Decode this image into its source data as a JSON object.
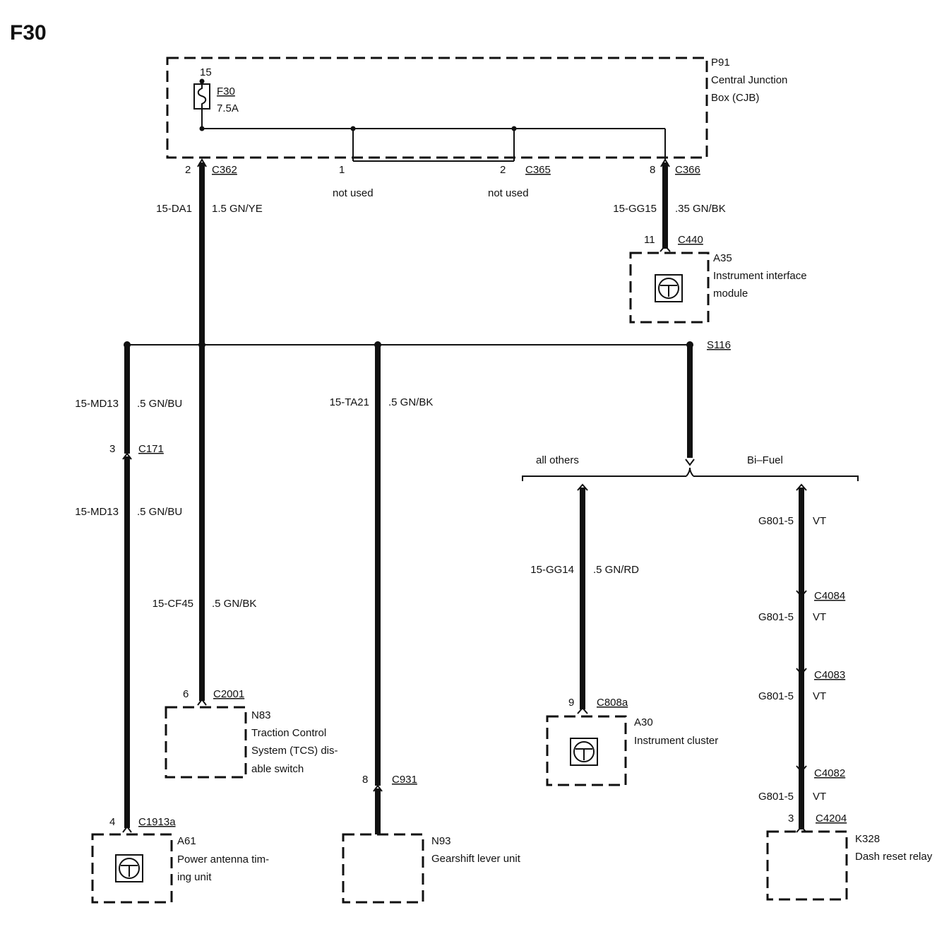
{
  "title": "F30",
  "cjb": {
    "id": "P91",
    "line1": "Central Junction",
    "line2": "Box (CJB)"
  },
  "fuse": {
    "pin": "15",
    "id": "F30",
    "rating": "7.5A"
  },
  "pins": {
    "c362_pin": "2",
    "c362": "C362",
    "c365_pin1": "1",
    "c365_pin2": "2",
    "c365": "C365",
    "c366_pin": "8",
    "c366": "C366",
    "not_used_1": "not used",
    "not_used_2": "not used",
    "c440_pin": "11",
    "c440": "C440",
    "c171_pin": "3",
    "c171": "C171",
    "c2001_pin": "6",
    "c2001": "C2001",
    "c931_pin": "8",
    "c931": "C931",
    "c1913a_pin": "4",
    "c1913a": "C1913a",
    "c808a_pin": "9",
    "c808a": "C808a",
    "c4204_pin": "3",
    "c4204": "C4204",
    "c4084": "C4084",
    "c4083": "C4083",
    "c4082": "C4082"
  },
  "wires": {
    "da1_id": "15-DA1",
    "da1_spec": "1.5 GN/YE",
    "gg15_id": "15-GG15",
    "gg15_spec": ".35 GN/BK",
    "md13a_id": "15-MD13",
    "md13a_spec": ".5 GN/BU",
    "md13b_id": "15-MD13",
    "md13b_spec": ".5 GN/BU",
    "ta21_id": "15-TA21",
    "ta21_spec": ".5 GN/BK",
    "cf45_id": "15-CF45",
    "cf45_spec": ".5 GN/BK",
    "gg14_id": "15-GG14",
    "gg14_spec": ".5 GN/RD",
    "g801_1_id": "G801-5",
    "g801_1_spec": "VT",
    "g801_2_id": "G801-5",
    "g801_2_spec": "VT",
    "g801_3_id": "G801-5",
    "g801_3_spec": "VT",
    "g801_4_id": "G801-5",
    "g801_4_spec": "VT"
  },
  "splice": {
    "id": "S116"
  },
  "options": {
    "left": "all others",
    "right": "Bi–Fuel"
  },
  "components": {
    "a35": {
      "id": "A35",
      "line1": "Instrument interface",
      "line2": "module"
    },
    "n83": {
      "id": "N83",
      "line1": "Traction Control",
      "line2": "System (TCS) dis-",
      "line3": "able switch"
    },
    "a61": {
      "id": "A61",
      "line1": "Power antenna tim-",
      "line2": "ing unit"
    },
    "n93": {
      "id": "N93",
      "line1": "Gearshift lever unit"
    },
    "a30": {
      "id": "A30",
      "line1": "Instrument cluster"
    },
    "k328": {
      "id": "K328",
      "line1": "Dash reset relay"
    }
  }
}
